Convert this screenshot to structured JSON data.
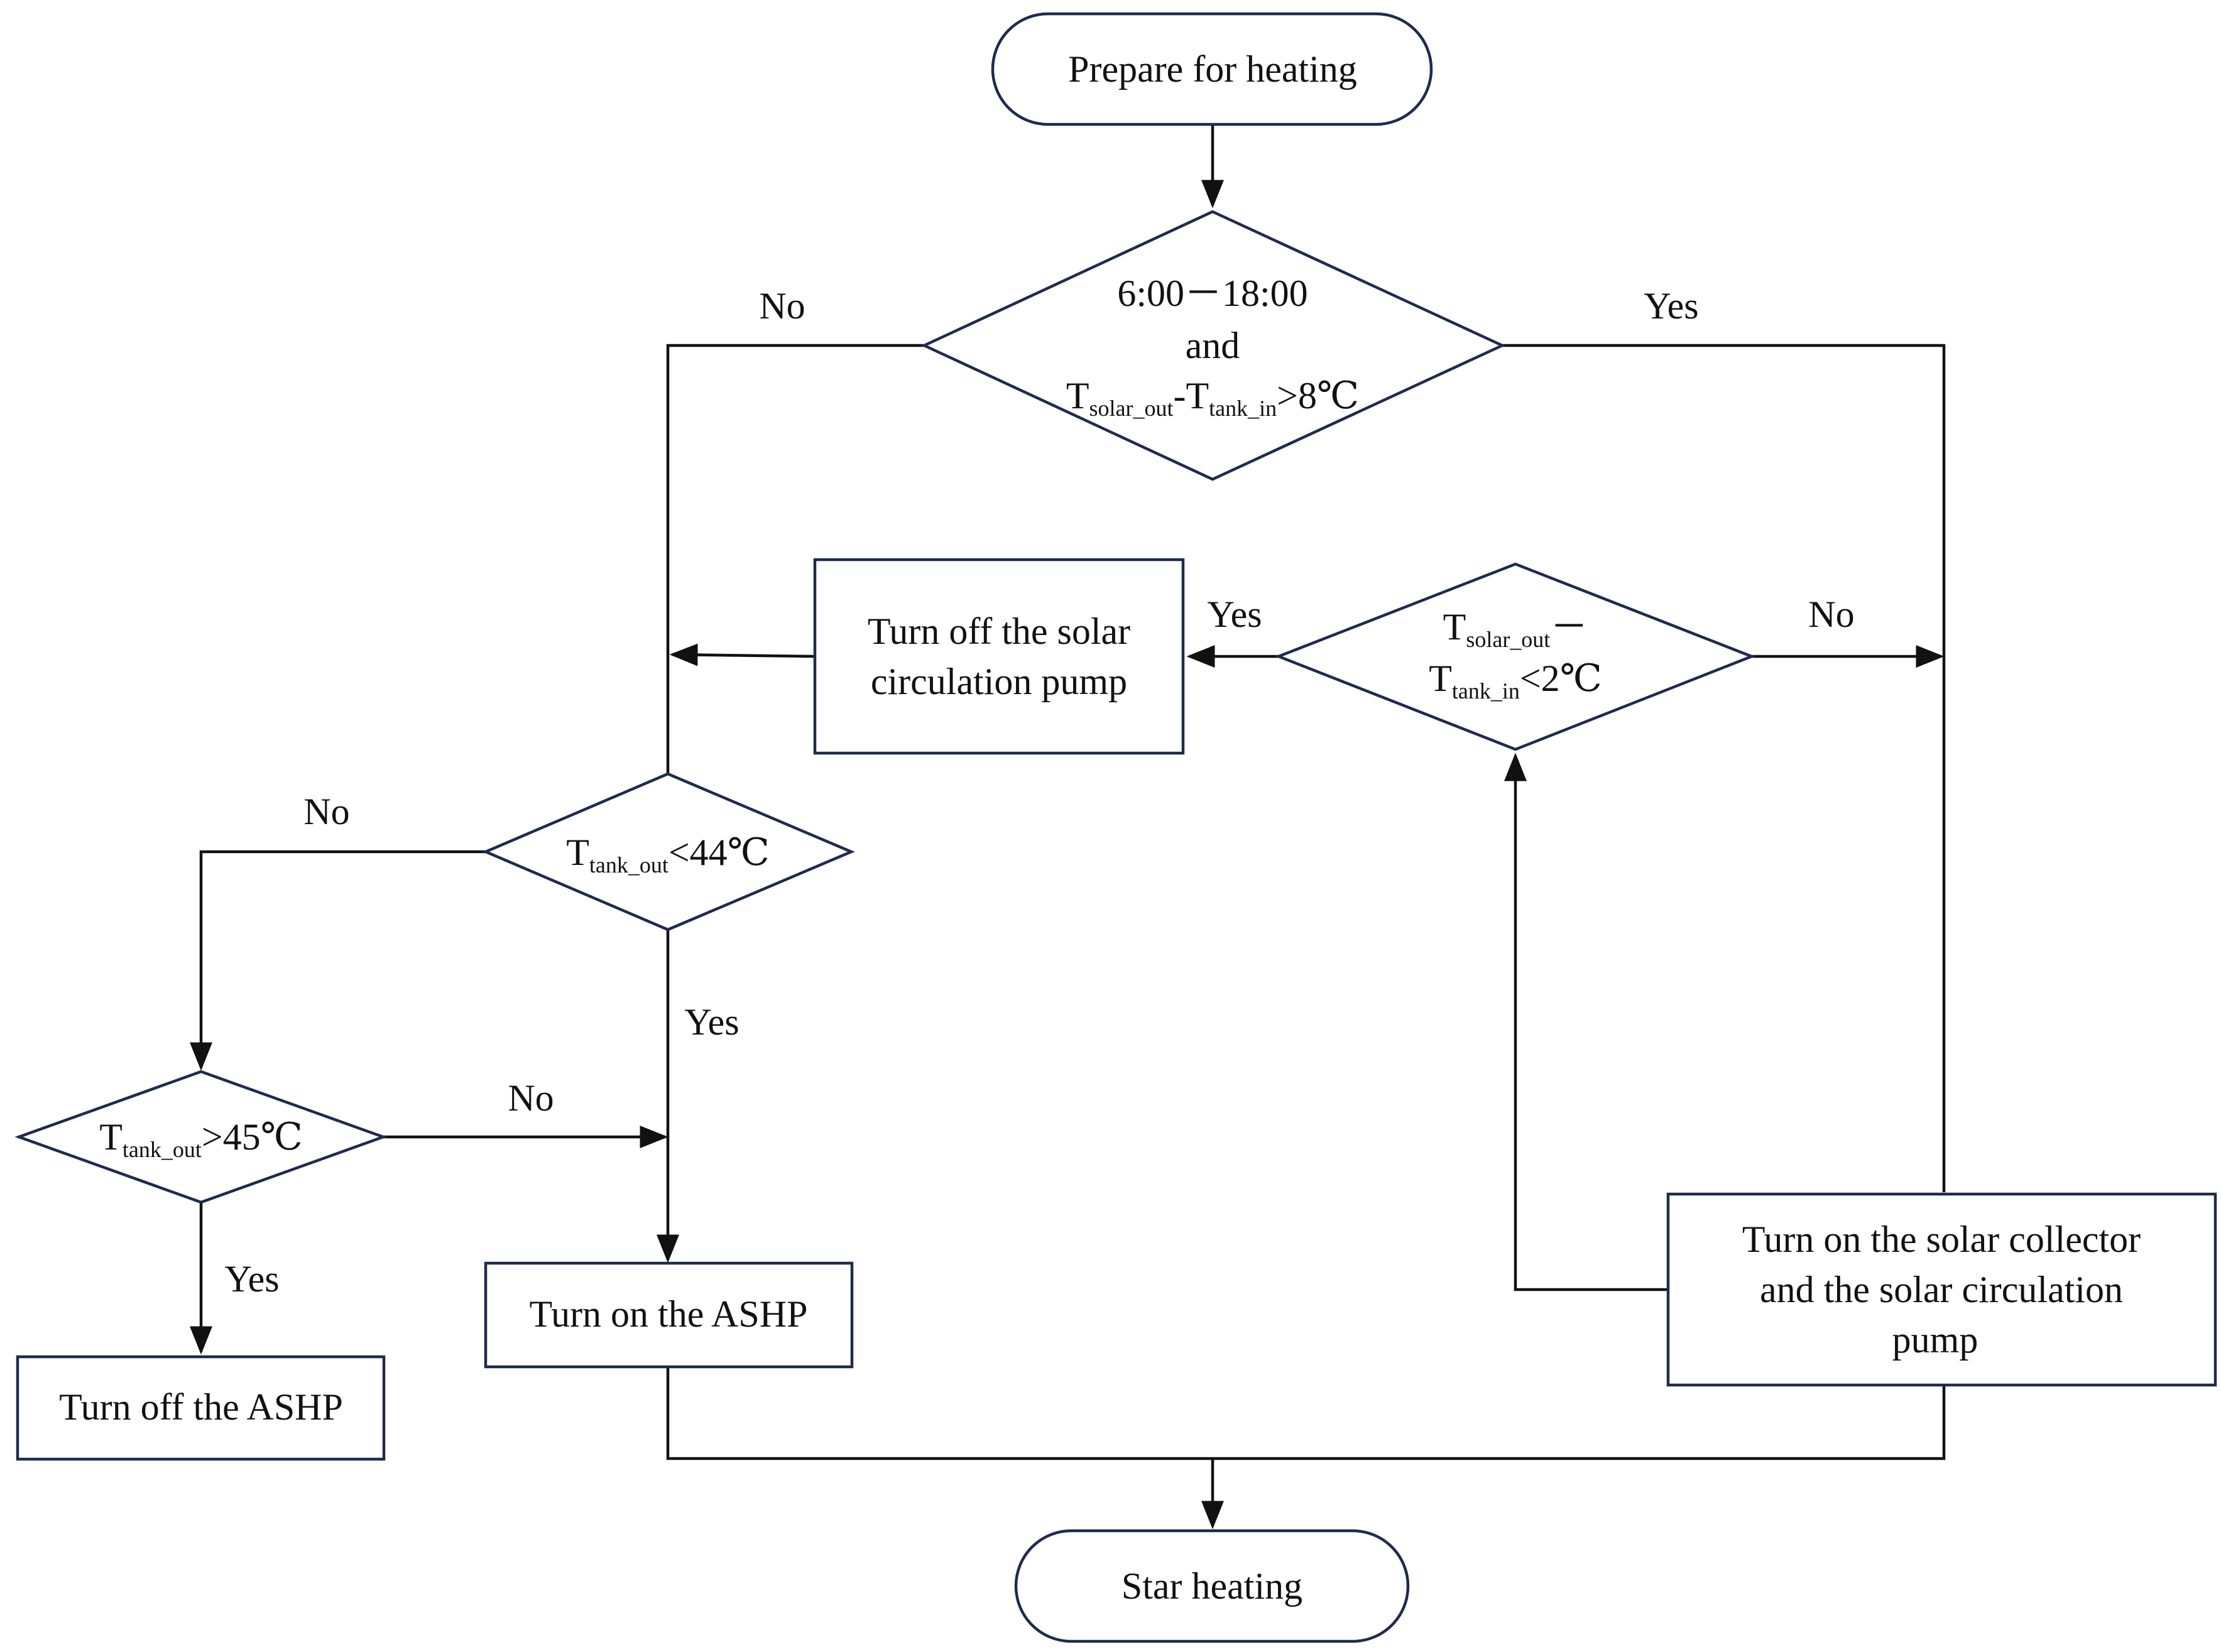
{
  "nodes": {
    "start": "Prepare for heating",
    "d1": {
      "line1": "6:00－18:00",
      "line2": "and",
      "a": "T",
      "a_sub": "solar_out",
      "mid": "-T",
      "b_sub": "tank_in",
      "tail": ">8℃"
    },
    "d2": {
      "a": "T",
      "a_sub": "solar_out",
      "dash": "－",
      "b": "T",
      "b_sub": "tank_in",
      "tail": "<2℃"
    },
    "d3": {
      "a": "T",
      "a_sub": "tank_out",
      "tail": "<44℃"
    },
    "d4": {
      "a": "T",
      "a_sub": "tank_out",
      "tail": ">45℃"
    },
    "pump_off": [
      "Turn off the solar",
      "circulation pump"
    ],
    "ashp_on": "Turn on the ASHP",
    "ashp_off": "Turn off the ASHP",
    "solar_on": [
      "Turn on the solar collector",
      "and the solar circulation",
      "pump"
    ],
    "end": "Star heating"
  },
  "labels": {
    "d1_no": "No",
    "d1_yes": "Yes",
    "d2_yes": "Yes",
    "d2_no": "No",
    "d3_no": "No",
    "d3_yes": "Yes",
    "d4_no": "No",
    "d4_yes": "Yes"
  },
  "colors": {
    "shape_stroke": "#1f2a4d",
    "line": "#111111"
  }
}
